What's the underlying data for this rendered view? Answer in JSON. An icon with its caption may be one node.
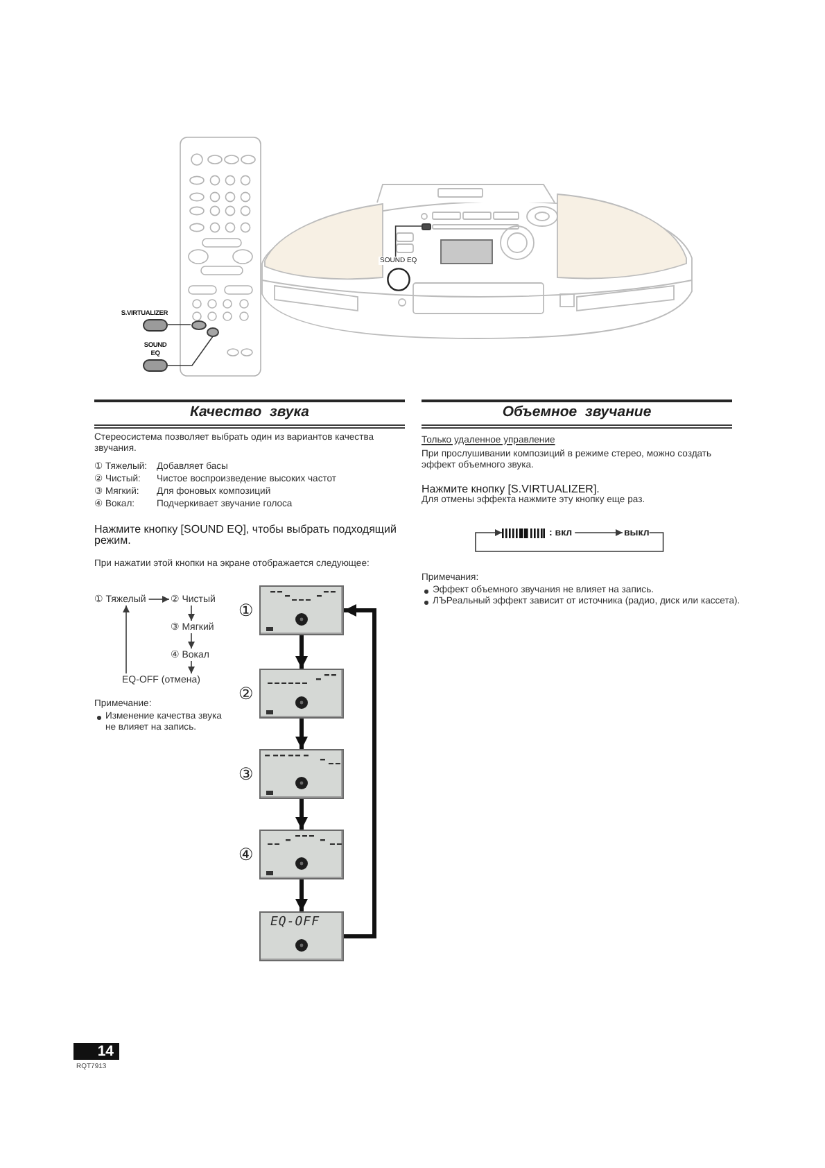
{
  "diagram": {
    "nodes": [
      {
        "text": [
          "S.VIRTUALIZER"
        ]
      },
      {
        "text": [],
        "shape": "circle"
      },
      {
        "text": [
          "SOUND EQ"
        ]
      },
      {
        "text": [],
        "shape": "circle"
      },
      {
        "text": [
          "SOUND EQ"
        ]
      },
      {
        "text": [],
        "shape": "box"
      },
      {
        "text": [
          "① Тяжелый"
        ]
      },
      {
        "text": [
          "② Чистый"
        ]
      },
      {
        "text": [
          "③ Мягкий"
        ]
      },
      {
        "text": [
          "④ Вокал"
        ]
      },
      {
        "text": [
          "EQ-OFF (отмена)"
        ]
      },
      {
        "text": [],
        "shape": "picture",
        "beside": [
          "①"
        ]
      },
      {
        "text": [],
        "shape": "picture",
        "beside": [
          "②"
        ]
      },
      {
        "text": [],
        "shape": "picture",
        "beside": [
          "③"
        ]
      },
      {
        "text": [],
        "shape": "picture",
        "beside": [
          "④"
        ]
      },
      {
        "text": [
          "EQ-OFF"
        ]
      },
      {
        "text": [
          ": вкл"
        ]
      },
      {
        "text": [
          "выкл"
        ]
      }
    ],
    "edges": [
      {
        "from": 0,
        "to": 1,
        "arrow": "none"
      },
      {
        "from": 2,
        "to": 3,
        "arrow": "none"
      },
      {
        "from": 4,
        "to": 5,
        "arrow": "none"
      },
      {
        "from": 6,
        "to": 7,
        "arrow": "to"
      },
      {
        "from": 7,
        "to": 8,
        "arrow": "to"
      },
      {
        "from": 8,
        "to": 9,
        "arrow": "to"
      },
      {
        "from": 9,
        "to": 10,
        "arrow": "to"
      },
      {
        "from": 10,
        "to": 6,
        "arrow": "to"
      },
      {
        "from": 11,
        "to": 12,
        "arrow": "to",
        "style": "thick"
      },
      {
        "from": 12,
        "to": 13,
        "arrow": "to",
        "style": "thick"
      },
      {
        "from": 13,
        "to": 14,
        "arrow": "to",
        "style": "thick"
      },
      {
        "from": 14,
        "to": 15,
        "arrow": "to",
        "style": "thick"
      },
      {
        "from": 15,
        "to": 11,
        "arrow": "to",
        "style": "thick"
      },
      {
        "from": 16,
        "to": 17,
        "arrow": "to"
      },
      {
        "from": 17,
        "to": 16,
        "arrow": "to"
      }
    ],
    "labels": [
      "Качество звука",
      "Стереосистема позволяет выбрать один из вариантов качества звучания.",
      "① Тяжелый:",
      "Добавляет басы",
      "② Чистый:",
      "Чистое воспроизведение высоких частот",
      "③ Мягкий:",
      "Для фоновых композиций",
      "④ Вокал:",
      "Подчеркивает звучание голоса",
      "Нажмите кнопку [SOUND EQ], чтобы выбрать подходящий режим.",
      "При нажатии этой кнопки на экране отображается следующее:",
      "Примечание:",
      "Изменение качества звука не влияет на запись.",
      "Объемное звучание",
      "Только удаленное управление",
      "При прослушивании композиций в режиме стерео, можно создать эффект объемного звука.",
      "Нажмите кнопку [S.VIRTUALIZER].",
      "Для отмены эффекта нажмите эту кнопку еще раз.",
      "Примечания:",
      "Эффект объемного звучания не влияет на запись.",
      "ЛЪРеальный эффект зависит от источника (радио, диск или кассета).",
      "14",
      "RQT7913"
    ]
  }
}
